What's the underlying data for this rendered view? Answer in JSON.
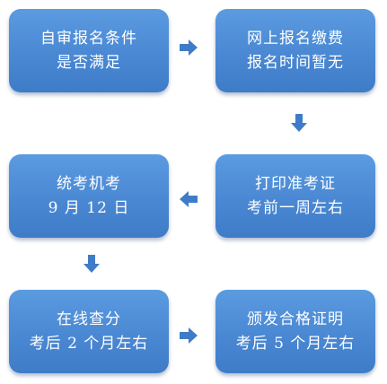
{
  "flow": {
    "steps": [
      {
        "line1": "自审报名条件",
        "line2": "是否满足"
      },
      {
        "line1": "网上报名缴费",
        "line2": "报名时间暂无"
      },
      {
        "line1": "打印准考证",
        "line2": "考前一周左右"
      },
      {
        "line1": "统考机考",
        "line2": "9 月 12 日"
      },
      {
        "line1": "在线查分",
        "line2": "考后 2 个月左右"
      },
      {
        "line1": "颁发合格证明",
        "line2": "考后 5 个月左右"
      }
    ],
    "arrows": [
      {
        "direction": "right"
      },
      {
        "direction": "down"
      },
      {
        "direction": "left"
      },
      {
        "direction": "down"
      },
      {
        "direction": "right"
      }
    ]
  },
  "colors": {
    "box": "#4a88d3",
    "box_text": "#ffffff",
    "arrow": "#3f7cc8"
  }
}
